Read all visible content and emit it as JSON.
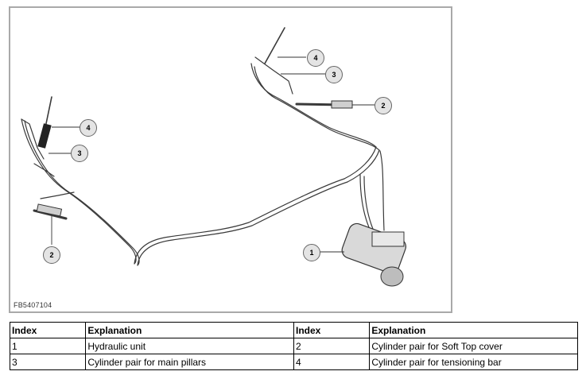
{
  "figure": {
    "id": "FB5407104",
    "callouts": [
      {
        "label": "4"
      },
      {
        "label": "3"
      },
      {
        "label": "2"
      },
      {
        "label": "4"
      },
      {
        "label": "3"
      },
      {
        "label": "2"
      },
      {
        "label": "1"
      }
    ]
  },
  "legend": {
    "headers": [
      "Index",
      "Explanation",
      "Index",
      "Explanation"
    ],
    "rows": [
      [
        "1",
        "Hydraulic unit",
        "2",
        "Cylinder pair for Soft Top cover"
      ],
      [
        "3",
        "Cylinder pair for main pillars",
        "4",
        "Cylinder pair for tensioning bar"
      ]
    ]
  }
}
